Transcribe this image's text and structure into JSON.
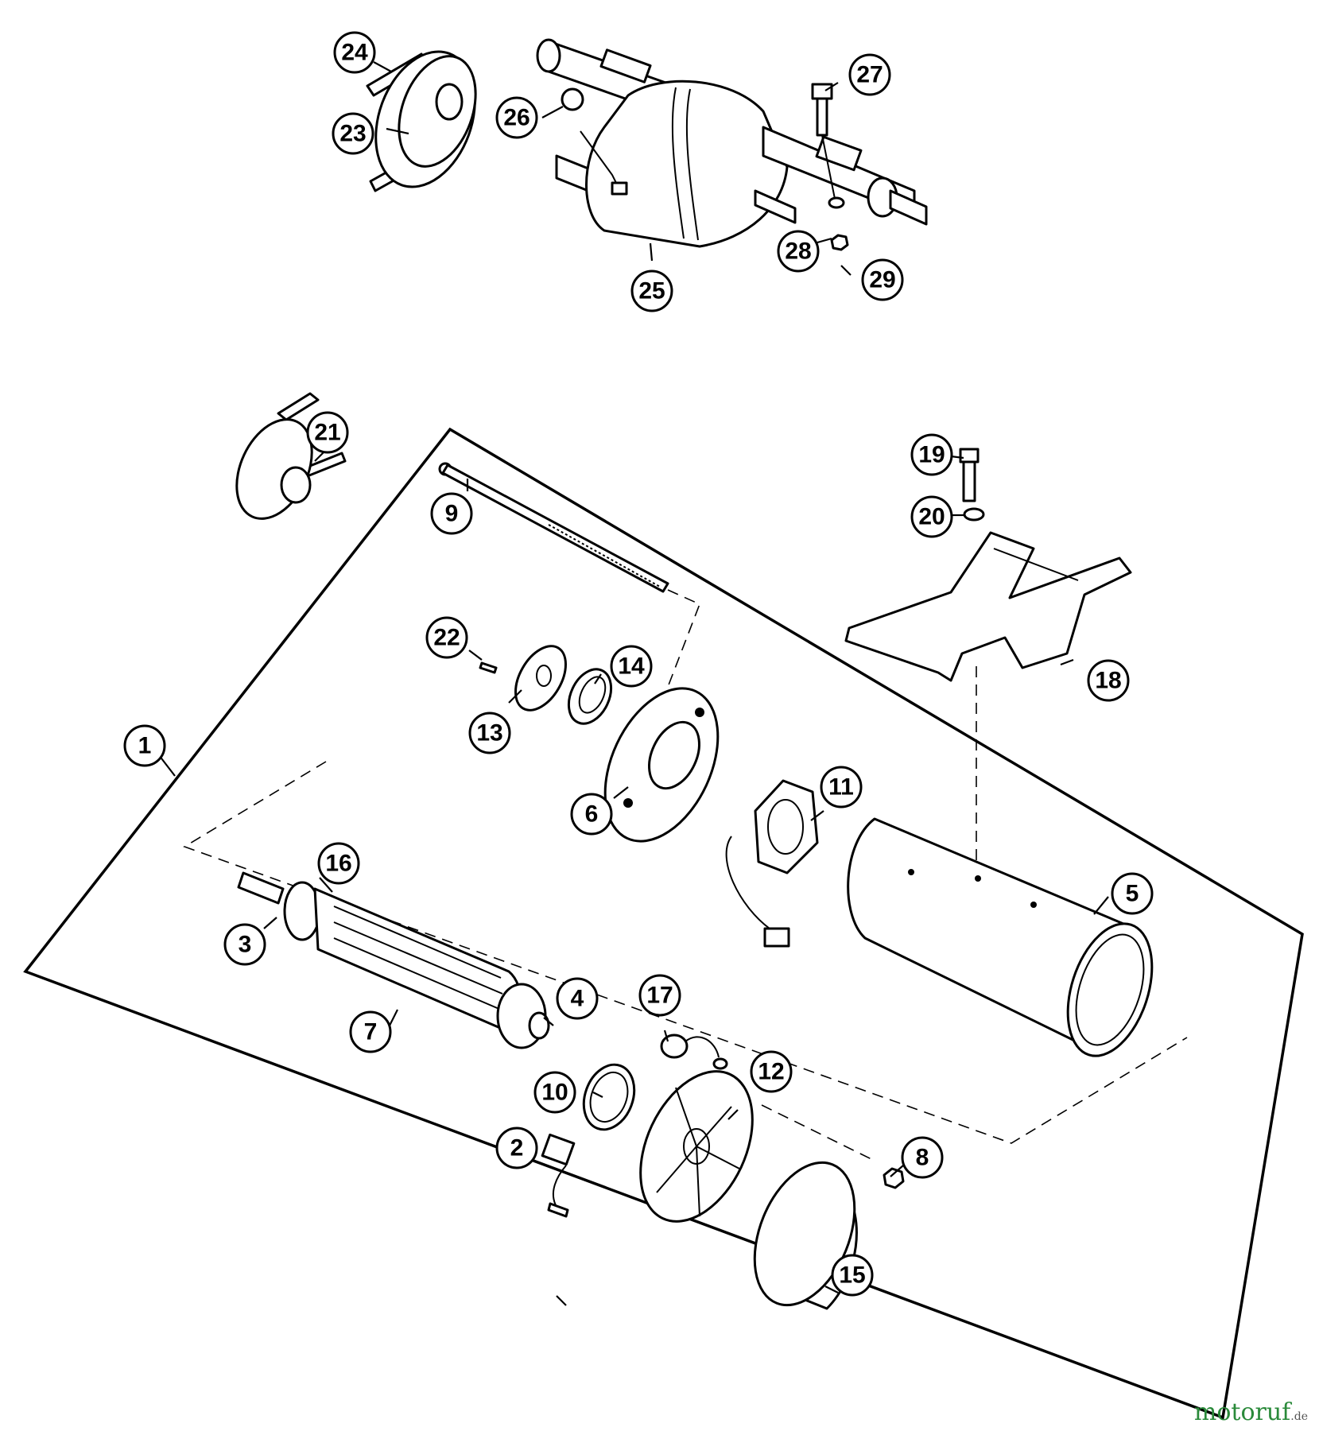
{
  "callouts": [
    "1",
    "2",
    "3",
    "4",
    "5",
    "6",
    "7",
    "8",
    "9",
    "10",
    "11",
    "12",
    "13",
    "14",
    "15",
    "16",
    "17",
    "18",
    "19",
    "20",
    "21",
    "22",
    "23",
    "24",
    "25",
    "26",
    "27",
    "28",
    "29"
  ],
  "watermark": {
    "brand": "motoruf",
    "tld": ".de"
  },
  "colors": {
    "line": "#000000",
    "background": "#ffffff",
    "watermark_green": "#2a8a3a",
    "watermark_blue": "#1b5fb0"
  }
}
